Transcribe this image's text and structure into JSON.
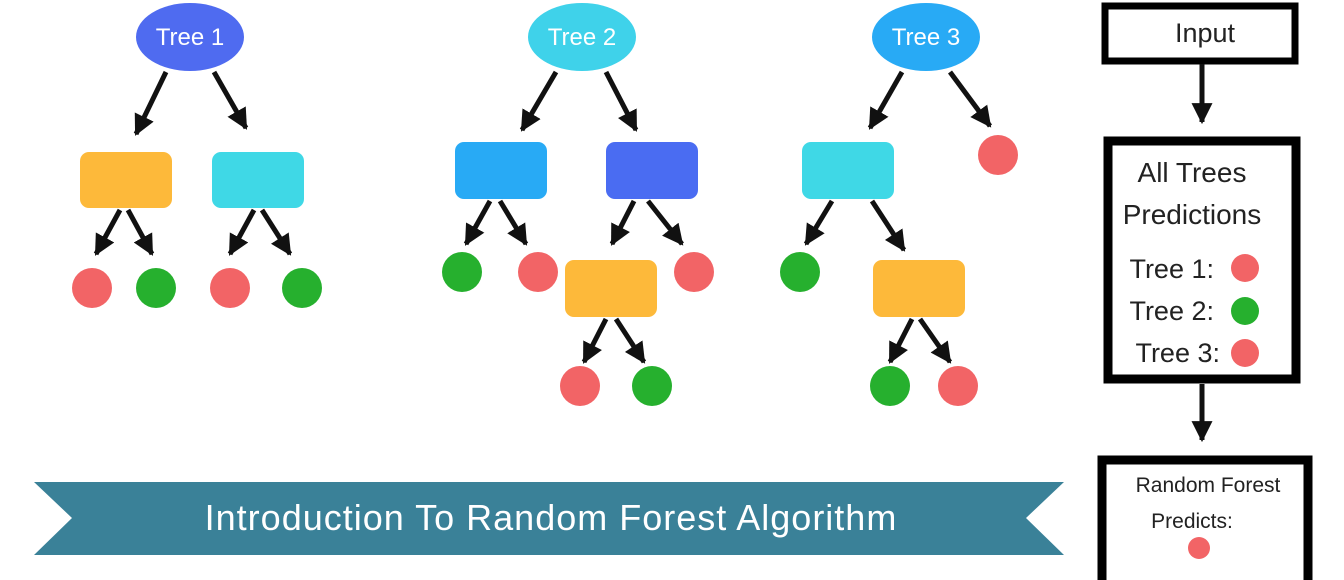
{
  "trees": [
    {
      "label": "Tree 1"
    },
    {
      "label": "Tree 2"
    },
    {
      "label": "Tree 3"
    }
  ],
  "flow": {
    "input_label": "Input",
    "predictions_title_line1": "All Trees",
    "predictions_title_line2": "Predictions",
    "predictions": [
      {
        "label": "Tree 1:",
        "class": "red"
      },
      {
        "label": "Tree 2:",
        "class": "green"
      },
      {
        "label": "Tree 3:",
        "class": "red"
      }
    ],
    "result_line1": "Random Forest",
    "result_line2": "Predicts:",
    "result_class": "red"
  },
  "banner": {
    "title": "Introduction To Random Forest Algorithm"
  },
  "colors": {
    "red": "#f26466",
    "green": "#26b02e",
    "orange": "#fdb93a",
    "cyan": "#3fd8e6",
    "blue": "#28aaf5",
    "indigo": "#4a6cf2",
    "banner": "#3a8198",
    "tree1": "#4f6bf0",
    "tree2": "#3fd2ea",
    "tree3": "#28aaf5"
  }
}
